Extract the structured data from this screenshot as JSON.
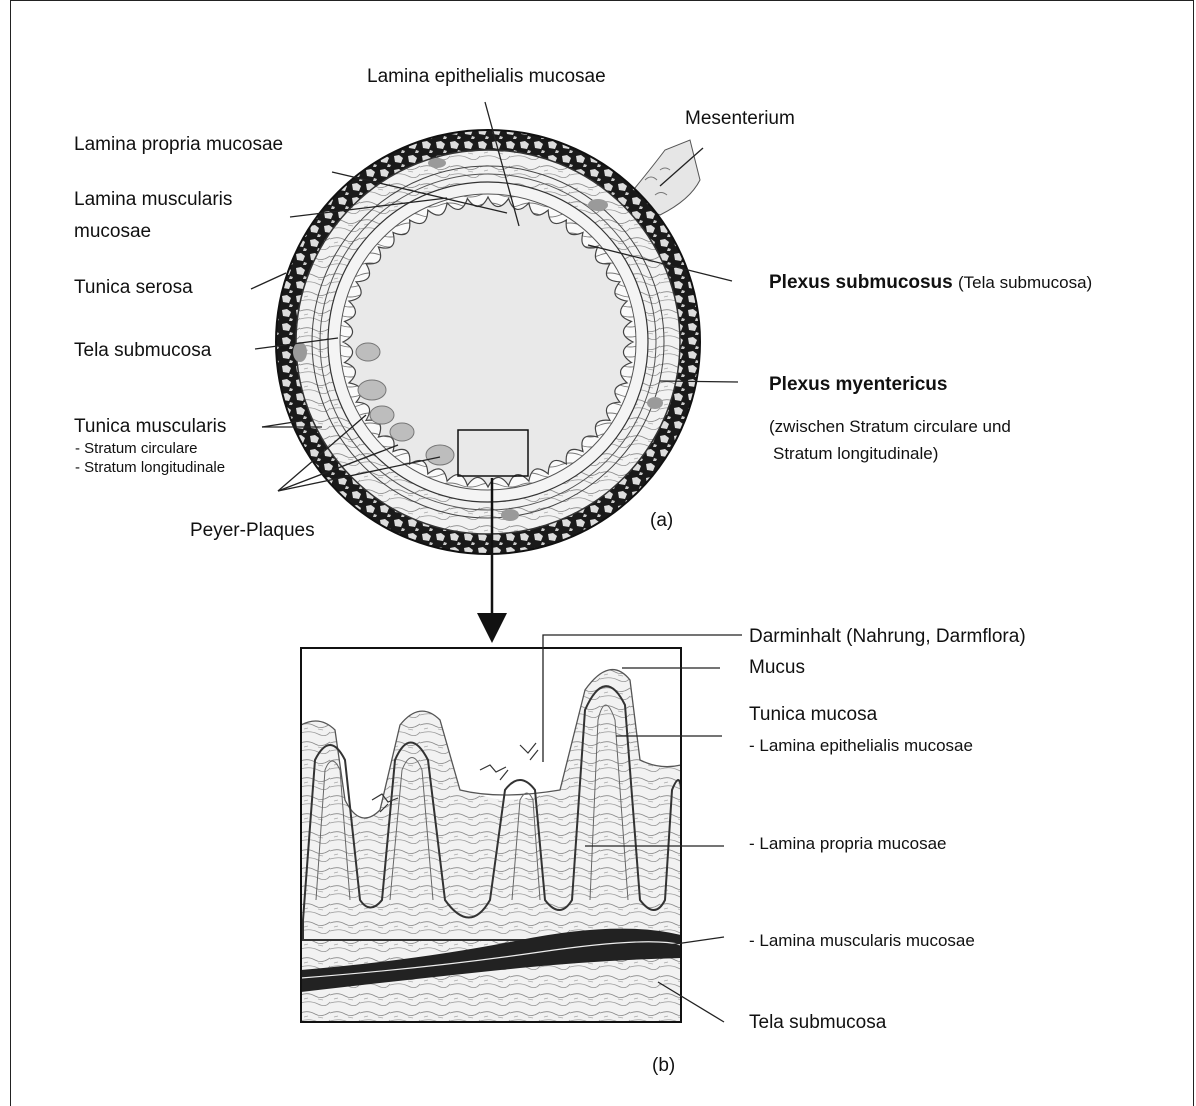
{
  "figure_a": {
    "lamina_epithelialis": "Lamina epithelialis mucosae",
    "mesenterium": "Mesenterium",
    "lamina_propria": "Lamina propria mucosae",
    "lamina_muscularis_1": "Lamina muscularis",
    "lamina_muscularis_2": "mucosae",
    "tunica_serosa": "Tunica serosa",
    "tela_submucosa": "Tela submucosa",
    "tunica_muscularis": "Tunica muscularis",
    "stratum_circulare": "- Stratum circulare",
    "stratum_longitudinale": "- Stratum longitudinale",
    "peyer_plaques": "Peyer-Plaques",
    "plexus_submucosus": "Plexus submucosus",
    "plexus_submucosus_note": "(Tela submucosa)",
    "plexus_myentericus": "Plexus myentericus",
    "plexus_myentericus_note_1": "(zwischen Stratum circulare und",
    "plexus_myentericus_note_2": "Stratum longitudinale)",
    "panel_label": "(a)"
  },
  "figure_b": {
    "darminhalt": "Darminhalt (Nahrung, Darmflora)",
    "mucus": "Mucus",
    "tunica_mucosa": "Tunica mucosa",
    "lamina_epithelialis": "- Lamina epithelialis mucosae",
    "lamina_propria": "- Lamina propria mucosae",
    "lamina_muscularis": "- Lamina muscularis mucosae",
    "tela_submucosa": "Tela submucosa",
    "panel_label": "(b)"
  }
}
